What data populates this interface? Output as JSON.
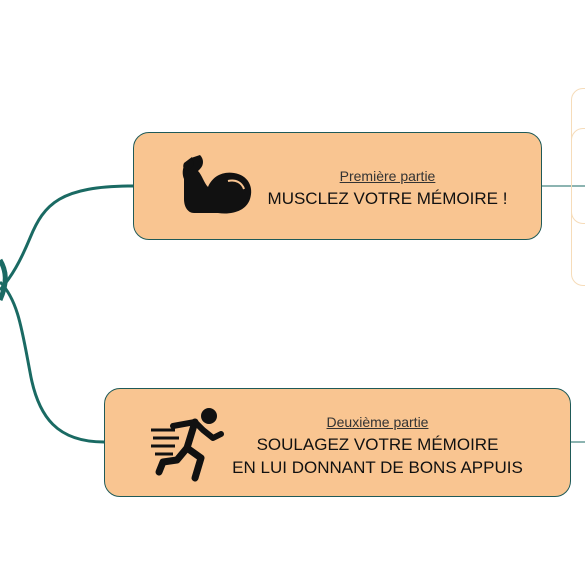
{
  "nodes": [
    {
      "subtitle": "Première partie",
      "title_lines": [
        "MUSCLEZ VOTRE MÉMOIRE !"
      ],
      "icon": "flexed-bicep-icon"
    },
    {
      "subtitle": "Deuxième partie",
      "title_lines": [
        "SOULAGEZ VOTRE MÉMOIRE",
        "EN LUI DONNANT DE BONS APPUIS"
      ],
      "icon": "running-person-icon"
    }
  ],
  "colors": {
    "node_fill": "#f9c591",
    "node_border": "#1f5a58",
    "connector": "#1a6a63",
    "ghost_border": "#f6dcb9"
  }
}
